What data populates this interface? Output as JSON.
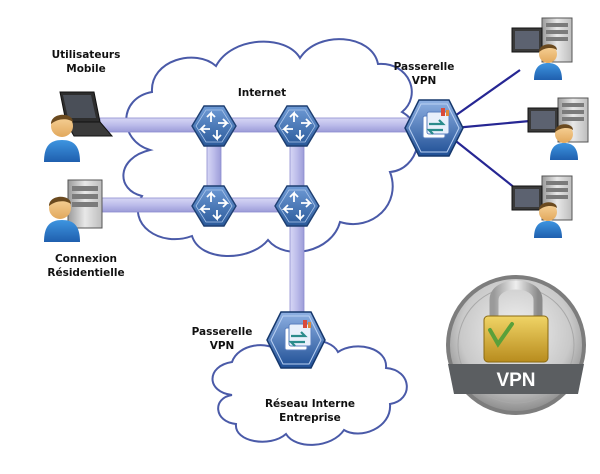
{
  "labels": {
    "mobile_users": [
      "Utilisateurs",
      "Mobile"
    ],
    "residential": [
      "Connexion",
      "Résidentielle"
    ],
    "internet": "Internet",
    "gateway_top": [
      "Passerelle",
      "VPN"
    ],
    "gateway_bottom": [
      "Passerelle",
      "VPN"
    ],
    "enterprise_net": [
      "Réseau Interne",
      "Entreprise"
    ],
    "vpn_badge": "VPN"
  },
  "colors": {
    "link": "#b9b9ea",
    "link_edge": "#8d8ccf",
    "router": "#3d6fb2",
    "cloud_stroke": "#4a5aa8",
    "remote_line": "#262693",
    "lock_gold": "#d9b23a",
    "badge_bg": "#5b5e61"
  },
  "icons": {
    "router": "router-icon",
    "gateway": "vpn-gateway-icon",
    "user": "user-icon",
    "laptop": "laptop-icon",
    "server": "server-icon",
    "lock": "padlock-icon"
  }
}
